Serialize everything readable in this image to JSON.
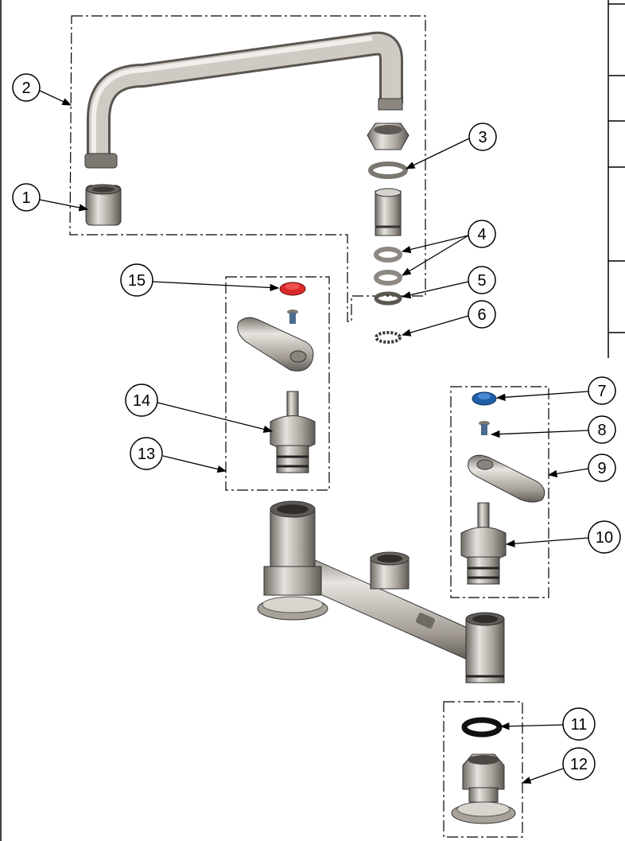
{
  "callouts": [
    {
      "id": "1",
      "label": "1"
    },
    {
      "id": "2",
      "label": "2"
    },
    {
      "id": "3",
      "label": "3"
    },
    {
      "id": "4",
      "label": "4"
    },
    {
      "id": "5",
      "label": "5"
    },
    {
      "id": "6",
      "label": "6"
    },
    {
      "id": "7",
      "label": "7"
    },
    {
      "id": "8",
      "label": "8"
    },
    {
      "id": "9",
      "label": "9"
    },
    {
      "id": "10",
      "label": "10"
    },
    {
      "id": "11",
      "label": "11"
    },
    {
      "id": "12",
      "label": "12"
    },
    {
      "id": "13",
      "label": "13"
    },
    {
      "id": "14",
      "label": "14"
    },
    {
      "id": "15",
      "label": "15"
    }
  ],
  "colors": {
    "metal": "#a9a39c",
    "metal_dark": "#6f6a64",
    "metal_light": "#e6e2dd",
    "handle_red": "#d9292b",
    "handle_blue": "#1f5fa8",
    "washer_black": "#111111",
    "line": "#000000"
  }
}
